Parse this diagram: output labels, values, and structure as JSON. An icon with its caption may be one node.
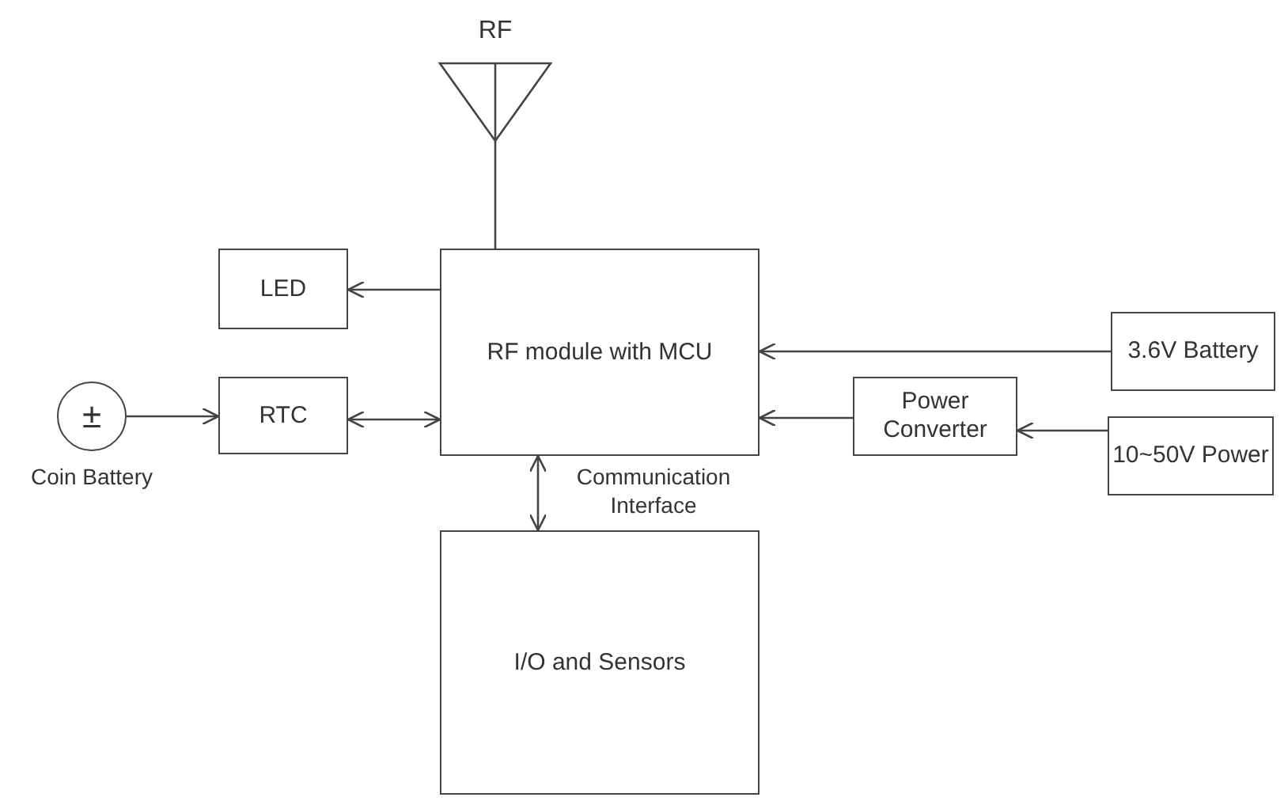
{
  "diagram": {
    "nodes": [
      {
        "text": [
          "RF"
        ]
      },
      {
        "text": [
          "LED"
        ]
      },
      {
        "text": [
          "RF module with MCU"
        ]
      },
      {
        "text": [
          "±"
        ],
        "beside": [
          "Coin Battery"
        ]
      },
      {
        "text": [
          "RTC"
        ]
      },
      {
        "text": [
          "3.6V Battery"
        ]
      },
      {
        "text": [
          "Power Converter"
        ]
      },
      {
        "text": [
          "10~50V Power"
        ]
      },
      {
        "text": [
          "I/O and Sensors"
        ]
      }
    ],
    "edges": [
      {
        "from": 0,
        "to": 2,
        "arrow": "none"
      },
      {
        "from": 2,
        "to": 1,
        "arrow": "to"
      },
      {
        "from": 3,
        "to": 4,
        "arrow": "to"
      },
      {
        "from": 4,
        "to": 2,
        "arrow": "both"
      },
      {
        "from": 5,
        "to": 2,
        "arrow": "to"
      },
      {
        "from": 6,
        "to": 2,
        "arrow": "to"
      },
      {
        "from": 7,
        "to": 6,
        "arrow": "to"
      },
      {
        "from": 2,
        "to": 8,
        "arrow": "both",
        "label": "Communication Interface"
      }
    ]
  }
}
